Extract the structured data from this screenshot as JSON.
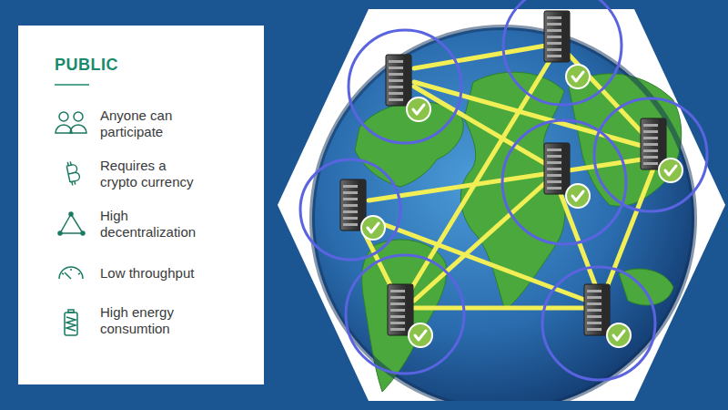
{
  "diagram": {
    "nodes": [
      {
        "text": [
          "PUBLIC",
          "Anyone can participate",
          "Requires a crypto currency",
          "High decentralization",
          "Low throughput",
          "High energy consumtion"
        ]
      }
    ]
  }
}
